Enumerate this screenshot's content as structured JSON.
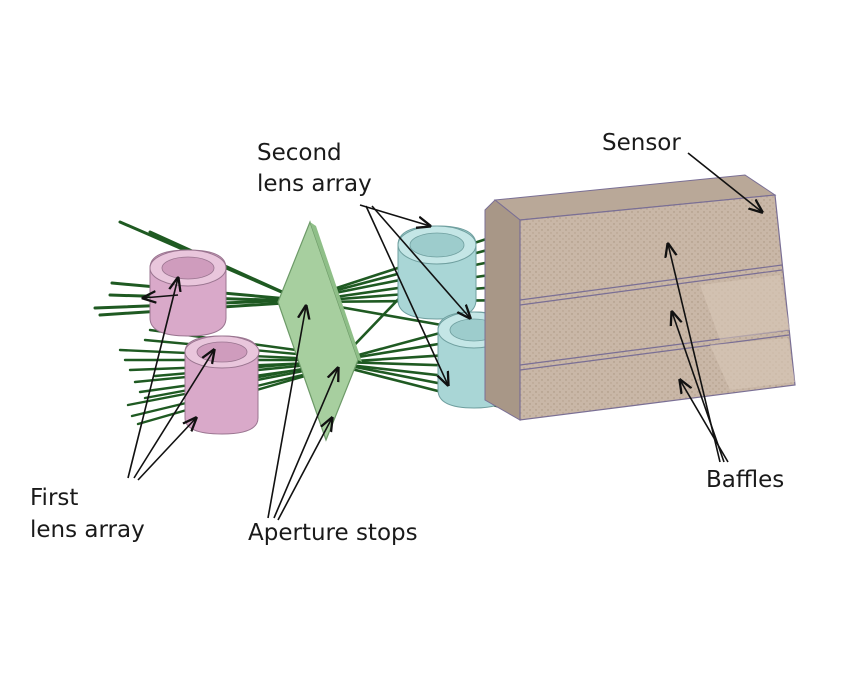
{
  "labels": {
    "second_lens_array_line1": "Second",
    "second_lens_array_line2": "lens array",
    "sensor": "Sensor",
    "first_lens_array_line1": "First",
    "first_lens_array_line2": "lens array",
    "aperture_stops": "Aperture stops",
    "baffles": "Baffles"
  },
  "colors": {
    "rays": "#1f5a22",
    "rays_dark": "#153f17",
    "first_lens": "#d9a9c9",
    "aperture_plate": "#a7cf9f",
    "second_lens": "#a9d6d6",
    "sensor_box": "#c9b7a7",
    "sensor_edge": "#7a6f95"
  }
}
